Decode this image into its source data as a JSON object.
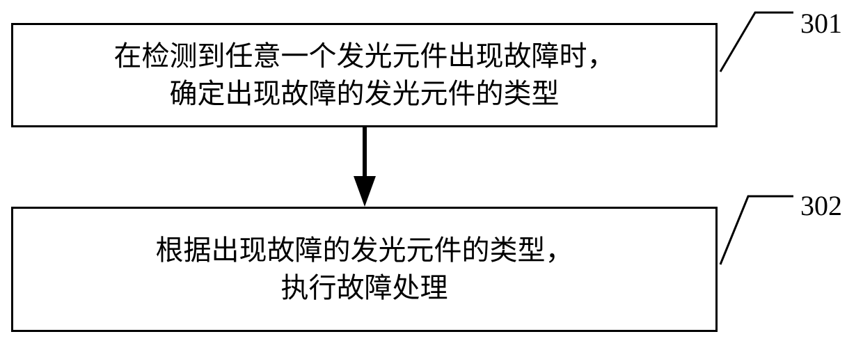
{
  "steps": [
    {
      "number": "301",
      "lines": [
        "在检测到任意一个发光元件出现故障时，",
        "确定出现故障的发光元件的类型"
      ]
    },
    {
      "number": "302",
      "lines": [
        "根据出现故障的发光元件的类型，",
        "执行故障处理"
      ]
    }
  ]
}
